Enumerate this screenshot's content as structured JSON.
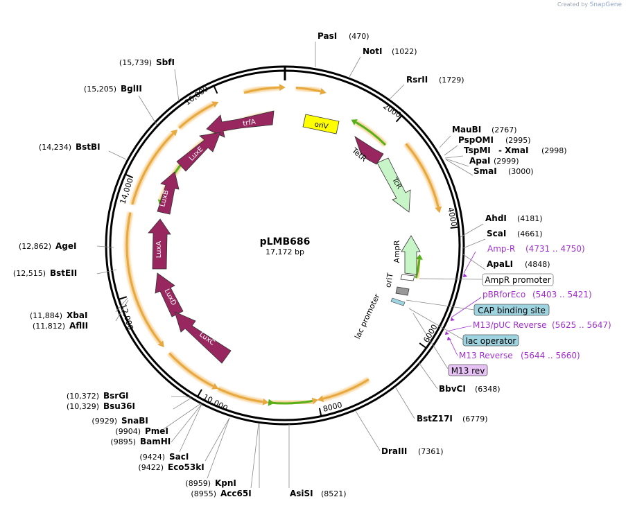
{
  "credit": {
    "prefix": "Created by",
    "brand": "SnapGene"
  },
  "plasmid": {
    "name": "pLMB686",
    "size": "17,172 bp"
  },
  "ticks": [
    "2000",
    "4000",
    "6000",
    "8000",
    "10,000",
    "12,000",
    "14,000",
    "16,000"
  ],
  "sites": [
    {
      "name": "PasI",
      "pos": "(470)"
    },
    {
      "name": "NotI",
      "pos": "(1022)"
    },
    {
      "name": "RsrII",
      "pos": "(1729)"
    },
    {
      "name": "MauBI",
      "pos": "(2767)"
    },
    {
      "name": "PspOMI",
      "pos": "(2995)"
    },
    {
      "name": "TspMI",
      "sep": "- XmaI",
      "pos": "(2998)"
    },
    {
      "name": "ApaI",
      "pos": "(2999)"
    },
    {
      "name": "SmaI",
      "pos": "(3000)"
    },
    {
      "name": "AhdI",
      "pos": "(4181)"
    },
    {
      "name": "ScaI",
      "pos": "(4661)"
    },
    {
      "name": "ApaLI",
      "pos": "(4848)"
    },
    {
      "name": "BbvCI",
      "pos": "(6348)"
    },
    {
      "name": "BstZ17I",
      "pos": "(6779)"
    },
    {
      "name": "DraIII",
      "pos": "(7361)"
    },
    {
      "name": "AsiSI",
      "pos": "(8521)"
    },
    {
      "name": "KpnI",
      "pos": "(8959)"
    },
    {
      "name": "Acc65I",
      "pos": "(8955)"
    },
    {
      "name": "SacI",
      "pos": "(9424)"
    },
    {
      "name": "Eco53kI",
      "pos": "(9422)"
    },
    {
      "name": "BamHI",
      "pos": "(9895)"
    },
    {
      "name": "PmeI",
      "pos": "(9904)"
    },
    {
      "name": "SnaBI",
      "pos": "(9929)"
    },
    {
      "name": "Bsu36I",
      "pos": "(10,329)"
    },
    {
      "name": "BsrGI",
      "pos": "(10,372)"
    },
    {
      "name": "AflII",
      "pos": "(11,812)"
    },
    {
      "name": "XbaI",
      "pos": "(11,884)"
    },
    {
      "name": "BstEII",
      "pos": "(12,515)"
    },
    {
      "name": "AgeI",
      "pos": "(12,862)"
    },
    {
      "name": "BstBI",
      "pos": "(14,234)"
    },
    {
      "name": "BglII",
      "pos": "(15,205)"
    },
    {
      "name": "SbfI",
      "pos": "(15,739)"
    }
  ],
  "primers": [
    {
      "name": "Amp-R",
      "pos": "(4731 .. 4750)"
    },
    {
      "name": "pBRforEco",
      "pos": "(5403 .. 5421)"
    },
    {
      "name": "M13/pUC Reverse",
      "pos": "(5625 .. 5647)"
    },
    {
      "name": "M13 Reverse",
      "pos": "(5644 .. 5660)"
    }
  ],
  "boxes": [
    {
      "name": "AmpR promoter"
    },
    {
      "name": "CAP binding site"
    },
    {
      "name": "lac operator"
    },
    {
      "name": "M13 rev"
    }
  ],
  "features": {
    "oriV": "oriV",
    "TetR": "TetR",
    "TcR": "TcR",
    "AmpR": "AmpR",
    "oriT": "oriT",
    "lac_promoter": "lac promoter",
    "trfA": "trfA",
    "LuxE": "LuxE",
    "LuxB": "LuxB",
    "LuxA": "LuxA",
    "LuxD": "LuxD",
    "LuxC": "LuxC"
  },
  "colors": {
    "gene": "#98275f",
    "orf": "#e8a840",
    "orf_glow": "#f6d49a",
    "marker": "#c8f5c8",
    "marker_arrow": "#58b018",
    "origin": "#ffff00",
    "primer": "#a12fd0",
    "cap_box": "#9ed3e0",
    "m13_box": "#e6c2f5"
  }
}
